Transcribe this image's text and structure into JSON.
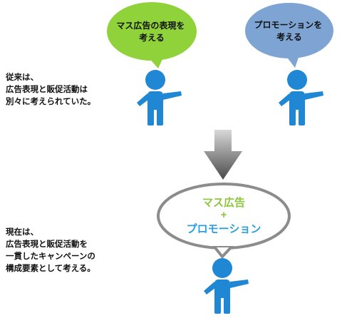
{
  "colors": {
    "person": "#1f87d3",
    "bubble_green": "#8fd23a",
    "bubble_blue": "#7ea4d4",
    "arrow_light": "#d8d8d8",
    "arrow_dark": "#4a4a4a",
    "oval_border": "#8c8c8c",
    "highlight_green": "#8dc63f",
    "highlight_blue": "#2aa0de",
    "text": "#111111"
  },
  "icons": {
    "person": "person-icon",
    "arrow": "down-arrow-icon"
  },
  "before": {
    "bubble_mass": [
      "マス広告の表現を",
      "考える"
    ],
    "bubble_promo": [
      "プロモーションを",
      "考える"
    ],
    "note": [
      "従来は、",
      "広告表現と販促活動は",
      "別々に考えられていた。"
    ]
  },
  "after": {
    "oval_top": "マス広告",
    "oval_plus": "+",
    "oval_bottom": "プロモーション",
    "note": [
      "現在は、",
      "広告表現と販促活動を",
      "一貫したキャンペーンの",
      "構成要素として考える。"
    ]
  }
}
